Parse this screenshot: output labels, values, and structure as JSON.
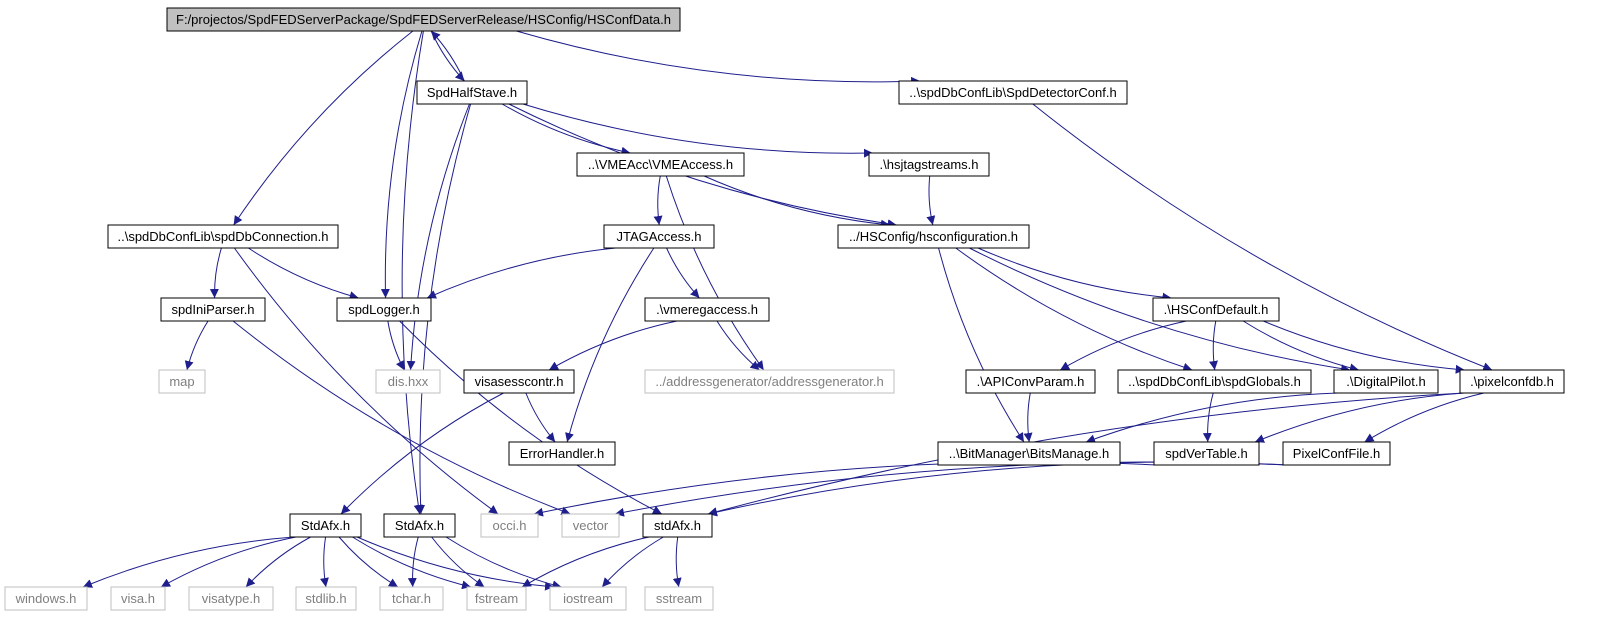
{
  "colors": {
    "edge": "#1e1e8c",
    "node_border": "#000000",
    "external_border": "#bfbfbf",
    "external_text": "#7f7f7f",
    "root_fill": "#c0c0c0",
    "node_fill": "#ffffff",
    "text": "#000000"
  },
  "nodes": [
    {
      "id": "root",
      "label": "F:/projectos/SpdFEDServerPackage/SpdFEDServerRelease/HSConfig/HSConfData.h",
      "style": "root"
    },
    {
      "id": "halfstave",
      "label": "SpdHalfStave.h",
      "style": "normal"
    },
    {
      "id": "detectorconf",
      "label": "..\\spdDbConfLib\\SpdDetectorConf.h",
      "style": "normal"
    },
    {
      "id": "vmeaccess",
      "label": "..\\VMEAcc\\VMEAccess.h",
      "style": "normal"
    },
    {
      "id": "hsjtag",
      "label": ".\\hsjtagstreams.h",
      "style": "normal"
    },
    {
      "id": "dbconnection",
      "label": "..\\spdDbConfLib\\spdDbConnection.h",
      "style": "normal"
    },
    {
      "id": "jtagaccess",
      "label": "JTAGAccess.h",
      "style": "normal"
    },
    {
      "id": "hsconfiguration",
      "label": "../HSConfig/hsconfiguration.h",
      "style": "normal"
    },
    {
      "id": "iniparser",
      "label": "spdIniParser.h",
      "style": "normal"
    },
    {
      "id": "logger",
      "label": "spdLogger.h",
      "style": "normal"
    },
    {
      "id": "vmeregaccess",
      "label": ".\\vmeregaccess.h",
      "style": "normal"
    },
    {
      "id": "hsconfdefault",
      "label": ".\\HSConfDefault.h",
      "style": "normal"
    },
    {
      "id": "map",
      "label": "map",
      "style": "external"
    },
    {
      "id": "dishxx",
      "label": "dis.hxx",
      "style": "external"
    },
    {
      "id": "visasess",
      "label": "visasesscontr.h",
      "style": "normal"
    },
    {
      "id": "addrgen",
      "label": "../addressgenerator/addressgenerator.h",
      "style": "external"
    },
    {
      "id": "apiconv",
      "label": ".\\APIConvParam.h",
      "style": "normal"
    },
    {
      "id": "spdglobals",
      "label": "..\\spdDbConfLib\\spdGlobals.h",
      "style": "normal"
    },
    {
      "id": "digitalpilot",
      "label": ".\\DigitalPilot.h",
      "style": "normal"
    },
    {
      "id": "pixelconfdb",
      "label": ".\\pixelconfdb.h",
      "style": "normal"
    },
    {
      "id": "errorhandler",
      "label": "ErrorHandler.h",
      "style": "normal"
    },
    {
      "id": "bitsmanage",
      "label": "..\\BitManager\\BitsManage.h",
      "style": "normal"
    },
    {
      "id": "vertable",
      "label": "spdVerTable.h",
      "style": "normal"
    },
    {
      "id": "pixelconffile",
      "label": "PixelConfFile.h",
      "style": "normal"
    },
    {
      "id": "stdafx1",
      "label": "StdAfx.h",
      "style": "normal"
    },
    {
      "id": "stdafx2",
      "label": "StdAfx.h",
      "style": "normal"
    },
    {
      "id": "occi",
      "label": "occi.h",
      "style": "external"
    },
    {
      "id": "vector",
      "label": "vector",
      "style": "external"
    },
    {
      "id": "stdafx3",
      "label": "stdAfx.h",
      "style": "normal"
    },
    {
      "id": "windows",
      "label": "windows.h",
      "style": "external"
    },
    {
      "id": "visa",
      "label": "visa.h",
      "style": "external"
    },
    {
      "id": "visatype",
      "label": "visatype.h",
      "style": "external"
    },
    {
      "id": "stdlib",
      "label": "stdlib.h",
      "style": "external"
    },
    {
      "id": "tchar",
      "label": "tchar.h",
      "style": "external"
    },
    {
      "id": "fstream",
      "label": "fstream",
      "style": "external"
    },
    {
      "id": "iostream",
      "label": "iostream",
      "style": "external"
    },
    {
      "id": "sstream",
      "label": "sstream",
      "style": "external"
    }
  ],
  "edges": [
    [
      "root",
      "halfstave"
    ],
    [
      "halfstave",
      "root"
    ],
    [
      "root",
      "detectorconf"
    ],
    [
      "root",
      "dbconnection"
    ],
    [
      "root",
      "logger"
    ],
    [
      "root",
      "stdafx2"
    ],
    [
      "halfstave",
      "vmeaccess"
    ],
    [
      "halfstave",
      "hsjtag"
    ],
    [
      "halfstave",
      "hsconfiguration"
    ],
    [
      "halfstave",
      "stdafx2"
    ],
    [
      "halfstave",
      "dishxx"
    ],
    [
      "detectorconf",
      "pixelconfdb"
    ],
    [
      "vmeaccess",
      "jtagaccess"
    ],
    [
      "vmeaccess",
      "hsconfiguration"
    ],
    [
      "vmeaccess",
      "addrgen"
    ],
    [
      "hsjtag",
      "hsconfiguration"
    ],
    [
      "dbconnection",
      "iniparser"
    ],
    [
      "dbconnection",
      "logger"
    ],
    [
      "dbconnection",
      "occi"
    ],
    [
      "jtagaccess",
      "logger"
    ],
    [
      "jtagaccess",
      "vmeregaccess"
    ],
    [
      "jtagaccess",
      "errorhandler"
    ],
    [
      "hsconfiguration",
      "hsconfdefault"
    ],
    [
      "hsconfiguration",
      "spdglobals"
    ],
    [
      "hsconfiguration",
      "digitalpilot"
    ],
    [
      "hsconfiguration",
      "bitsmanage"
    ],
    [
      "iniparser",
      "map"
    ],
    [
      "iniparser",
      "vector"
    ],
    [
      "logger",
      "dishxx"
    ],
    [
      "logger",
      "stdafx3"
    ],
    [
      "vmeregaccess",
      "visasess"
    ],
    [
      "vmeregaccess",
      "addrgen"
    ],
    [
      "hsconfdefault",
      "apiconv"
    ],
    [
      "hsconfdefault",
      "spdglobals"
    ],
    [
      "hsconfdefault",
      "digitalpilot"
    ],
    [
      "hsconfdefault",
      "pixelconfdb"
    ],
    [
      "visasess",
      "errorhandler"
    ],
    [
      "visasess",
      "stdafx1"
    ],
    [
      "apiconv",
      "bitsmanage"
    ],
    [
      "spdglobals",
      "vertable"
    ],
    [
      "digitalpilot",
      "bitsmanage"
    ],
    [
      "pixelconfdb",
      "vertable"
    ],
    [
      "pixelconfdb",
      "pixelconffile"
    ],
    [
      "pixelconfdb",
      "stdafx3"
    ],
    [
      "vertable",
      "occi"
    ],
    [
      "pixelconffile",
      "vector"
    ],
    [
      "pixelconffile",
      "stdafx3"
    ],
    [
      "stdafx1",
      "windows"
    ],
    [
      "stdafx1",
      "visa"
    ],
    [
      "stdafx1",
      "visatype"
    ],
    [
      "stdafx1",
      "stdlib"
    ],
    [
      "stdafx1",
      "tchar"
    ],
    [
      "stdafx1",
      "fstream"
    ],
    [
      "stdafx1",
      "iostream"
    ],
    [
      "stdafx2",
      "tchar"
    ],
    [
      "stdafx2",
      "fstream"
    ],
    [
      "stdafx2",
      "iostream"
    ],
    [
      "stdafx3",
      "fstream"
    ],
    [
      "stdafx3",
      "iostream"
    ],
    [
      "stdafx3",
      "sstream"
    ]
  ]
}
